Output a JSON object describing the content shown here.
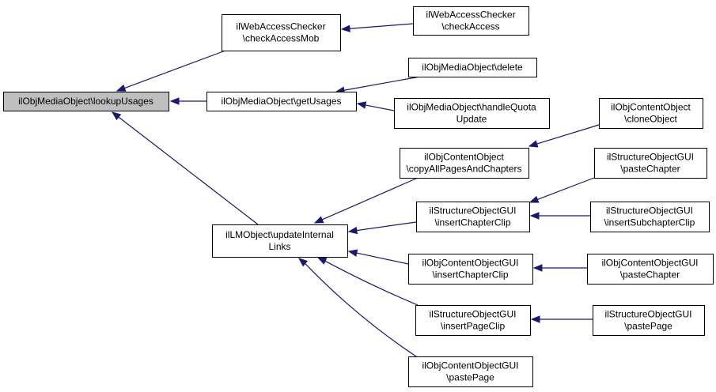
{
  "graph": {
    "colors": {
      "edge": "#191970",
      "root_fill": "#bfbfbf",
      "node_fill": "#ffffff",
      "node_stroke": "#000000"
    },
    "nodes": [
      {
        "id": "lookupUsages",
        "lines": [
          "ilObjMediaObject\\lookupUsages"
        ],
        "root": true
      },
      {
        "id": "checkAccessMob",
        "lines": [
          "ilWebAccessChecker",
          "\\checkAccessMob"
        ]
      },
      {
        "id": "checkAccess",
        "lines": [
          "ilWebAccessChecker",
          "\\checkAccess"
        ]
      },
      {
        "id": "getUsages",
        "lines": [
          "ilObjMediaObject\\getUsages"
        ]
      },
      {
        "id": "delete",
        "lines": [
          "ilObjMediaObject\\delete"
        ]
      },
      {
        "id": "handleQuotaUpdate",
        "lines": [
          "ilObjMediaObject\\handleQuota",
          "Update"
        ]
      },
      {
        "id": "cloneObject",
        "lines": [
          "ilObjContentObject",
          "\\cloneObject"
        ]
      },
      {
        "id": "copyAllPagesAndChapters",
        "lines": [
          "ilObjContentObject",
          "\\copyAllPagesAndChapters"
        ]
      },
      {
        "id": "sog_pasteChapter",
        "lines": [
          "ilStructureObjectGUI",
          "\\pasteChapter"
        ]
      },
      {
        "id": "sog_insertChapterClip",
        "lines": [
          "ilStructureObjectGUI",
          "\\insertChapterClip"
        ]
      },
      {
        "id": "insertSubchapterClip",
        "lines": [
          "ilStructureObjectGUI",
          "\\insertSubchapterClip"
        ]
      },
      {
        "id": "updateInternalLinks",
        "lines": [
          "ilLMObject\\updateInternal",
          "Links"
        ]
      },
      {
        "id": "cog_insertChapterClip",
        "lines": [
          "ilObjContentObjectGUI",
          "\\insertChapterClip"
        ]
      },
      {
        "id": "cog_pasteChapter",
        "lines": [
          "ilObjContentObjectGUI",
          "\\pasteChapter"
        ]
      },
      {
        "id": "sog_insertPageClip",
        "lines": [
          "ilStructureObjectGUI",
          "\\insertPageClip"
        ]
      },
      {
        "id": "sog_pastePage",
        "lines": [
          "ilStructureObjectGUI",
          "\\pastePage"
        ]
      },
      {
        "id": "cog_pastePage",
        "lines": [
          "ilObjContentObjectGUI",
          "\\pastePage"
        ]
      }
    ],
    "edges": [
      {
        "from": "checkAccessMob",
        "to": "lookupUsages"
      },
      {
        "from": "getUsages",
        "to": "lookupUsages"
      },
      {
        "from": "updateInternalLinks",
        "to": "lookupUsages"
      },
      {
        "from": "checkAccess",
        "to": "checkAccessMob"
      },
      {
        "from": "delete",
        "to": "getUsages"
      },
      {
        "from": "handleQuotaUpdate",
        "to": "getUsages"
      },
      {
        "from": "cloneObject",
        "to": "copyAllPagesAndChapters"
      },
      {
        "from": "copyAllPagesAndChapters",
        "to": "updateInternalLinks"
      },
      {
        "from": "sog_insertChapterClip",
        "to": "updateInternalLinks"
      },
      {
        "from": "cog_insertChapterClip",
        "to": "updateInternalLinks"
      },
      {
        "from": "sog_insertPageClip",
        "to": "updateInternalLinks"
      },
      {
        "from": "cog_pastePage",
        "to": "updateInternalLinks"
      },
      {
        "from": "sog_pasteChapter",
        "to": "sog_insertChapterClip"
      },
      {
        "from": "insertSubchapterClip",
        "to": "sog_insertChapterClip"
      },
      {
        "from": "cog_pasteChapter",
        "to": "cog_insertChapterClip"
      },
      {
        "from": "sog_pastePage",
        "to": "sog_insertPageClip"
      }
    ]
  }
}
